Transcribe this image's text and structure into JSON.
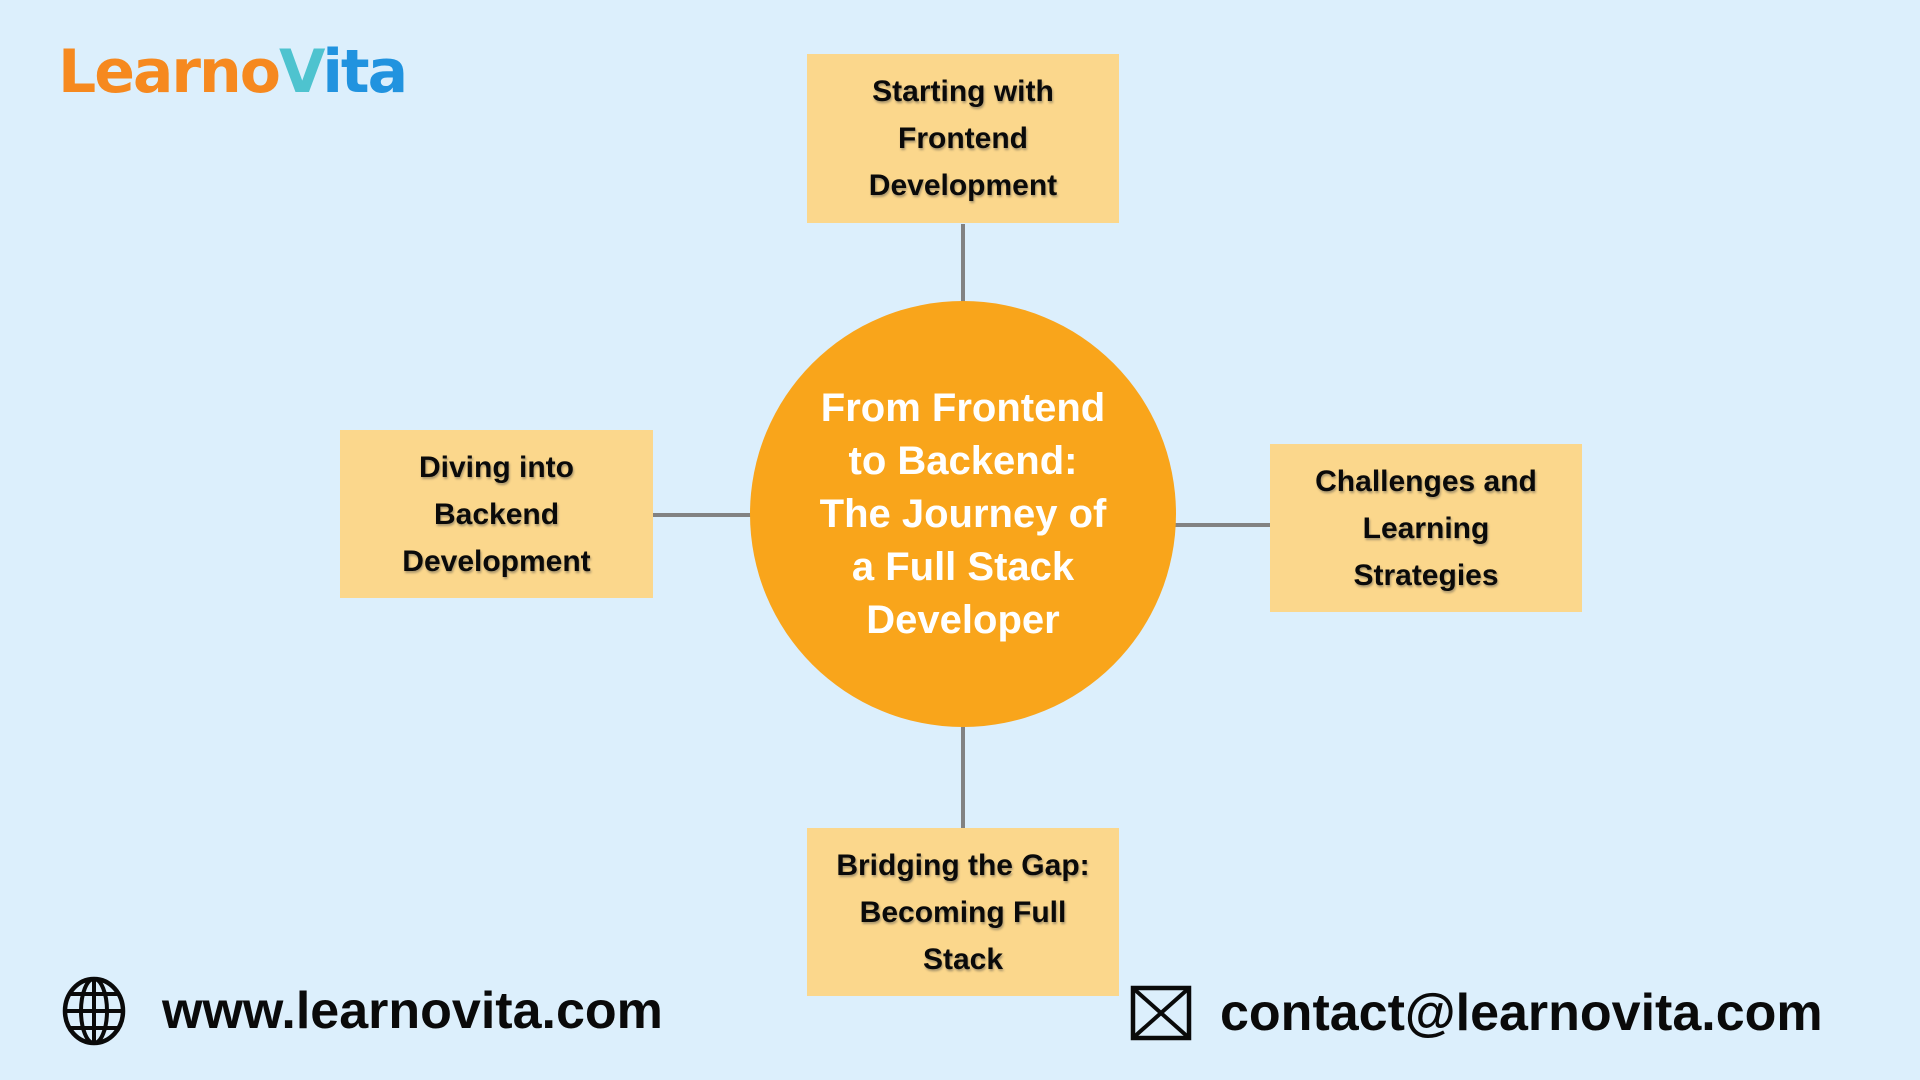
{
  "theme": {
    "bg": "#DCEFFC",
    "node-bg": "#FBD78C",
    "circle-bg": "#F9A51B",
    "circle-text": "#FFFFFF",
    "text": "#0A0A0A",
    "line": "#828282",
    "logo-orange": "#F6891F",
    "logo-teal": "#4EC3CF",
    "logo-blue": "#2193DF"
  },
  "logo": {
    "part1": "Learno",
    "part2": "V",
    "part3": "ita"
  },
  "diagram": {
    "center": {
      "lines": [
        "From Frontend",
        "to Backend:",
        "The Journey of",
        "a Full Stack",
        "Developer"
      ]
    },
    "nodes": [
      {
        "id": "top",
        "lines": [
          "Starting with",
          "Frontend",
          "Development"
        ]
      },
      {
        "id": "left",
        "lines": [
          "Diving into",
          "Backend",
          "Development"
        ]
      },
      {
        "id": "right",
        "lines": [
          "Challenges and",
          "Learning",
          "Strategies"
        ]
      },
      {
        "id": "bottom",
        "lines": [
          "Bridging the Gap:",
          "Becoming Full",
          "Stack"
        ]
      }
    ]
  },
  "footer": {
    "website": "www.learnovita.com",
    "email": "contact@learnovita.com",
    "website_icon": "globe-icon",
    "email_icon": "envelope-icon"
  }
}
